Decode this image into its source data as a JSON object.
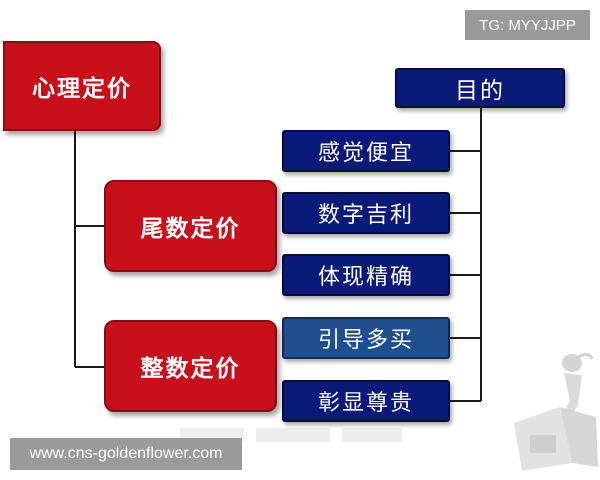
{
  "root": {
    "label": "心理定价"
  },
  "branches": [
    {
      "label": "尾数定价"
    },
    {
      "label": "整数定价"
    }
  ],
  "purpose": {
    "label": "目的"
  },
  "purposes": [
    {
      "label": "感觉便宜"
    },
    {
      "label": "数字吉利"
    },
    {
      "label": "体现精确"
    },
    {
      "label": "引导多买"
    },
    {
      "label": "彰显尊贵"
    }
  ],
  "watermarks": {
    "top": "TG: MYYJJPP",
    "bottom": "www.cns-goldenflower.com"
  },
  "colors": {
    "red_box": "#c8101a",
    "navy_box": "#0a1a78",
    "steel_box": "#1f4f8c",
    "connector": "#1a1a1a"
  }
}
